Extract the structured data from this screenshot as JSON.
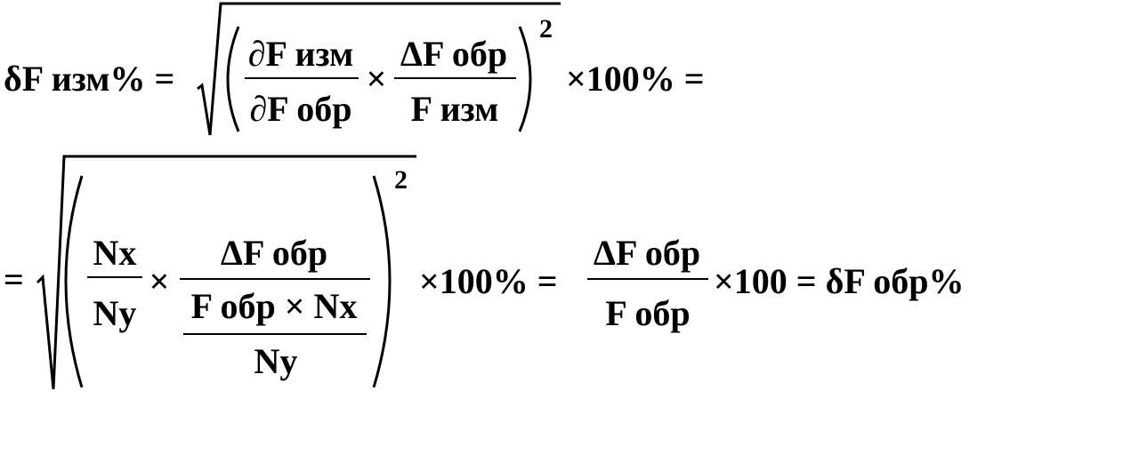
{
  "line1": {
    "lhs": "δF изм% =",
    "frac1_num": "∂F изм",
    "frac1_den": "∂F обр",
    "times": "×",
    "frac2_num": "ΔF обр",
    "frac2_den": "F изм",
    "exponent": "2",
    "tail": "×100% ="
  },
  "line2": {
    "eq_sign": "=",
    "frac_a_num": "Nx",
    "frac_a_den": "Ny",
    "times": "×",
    "frac_b_num": "ΔF обр",
    "frac_b_inner_num": "F обр × Nx",
    "frac_b_inner_den": "Ny",
    "exponent": "2",
    "mid": "×100% =",
    "frac_c_num": "ΔF обр",
    "frac_c_den": "F обр",
    "tail": "×100 = δF обр%"
  }
}
